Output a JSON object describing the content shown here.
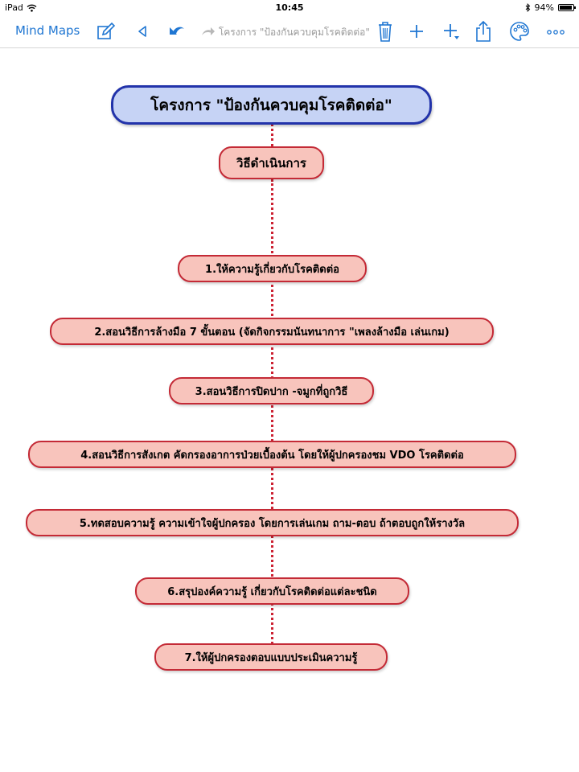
{
  "status_bar": {
    "device": "iPad",
    "time": "10:45",
    "battery": "94%"
  },
  "toolbar": {
    "back_label": "Mind Maps",
    "doc_title": "โครงการ  \"ป้องกันควบคุมโรคติดต่อ\"",
    "accent_color": "#1f76d2"
  },
  "mindmap": {
    "root": "โครงการ  \"ป้องกันควบคุมโรคติดต่อ\"",
    "method": "วิธีดำเนินการ",
    "steps": [
      "1.ให้ความรู้เกี่ยวกับโรคติดต่อ",
      "2.สอนวิธีการล้างมือ 7 ขั้นตอน (จัดกิจกรรมนันทนาการ \"เพลงล้างมือ เล่นเกม)",
      "3.สอนวิธีการปิดปาก -จมูกที่ถูกวิธี",
      "4.สอนวิธีการสังเกต คัดกรองอาการป่วยเบื้องต้น โดยให้ผู้ปกครองชม VDO โรคติดต่อ",
      "5.ทดสอบความรู้ ความเข้าใจผู้ปกครอง โดยการเล่นเกม ถาม-ตอบ ถ้าตอบถูกให้รางวัล",
      "6.สรุปองค์ความรู้ เกี่ยวกับโรคติดต่อแต่ละชนิด",
      "7.ให้ผู้ปกครองตอบแบบประเมินความรู้"
    ],
    "colors": {
      "root_fill": "#c6d3f5",
      "root_border": "#2233aa",
      "node_fill": "#f8c4bc",
      "node_border": "#c42a36",
      "connector": "#cc2233"
    }
  }
}
